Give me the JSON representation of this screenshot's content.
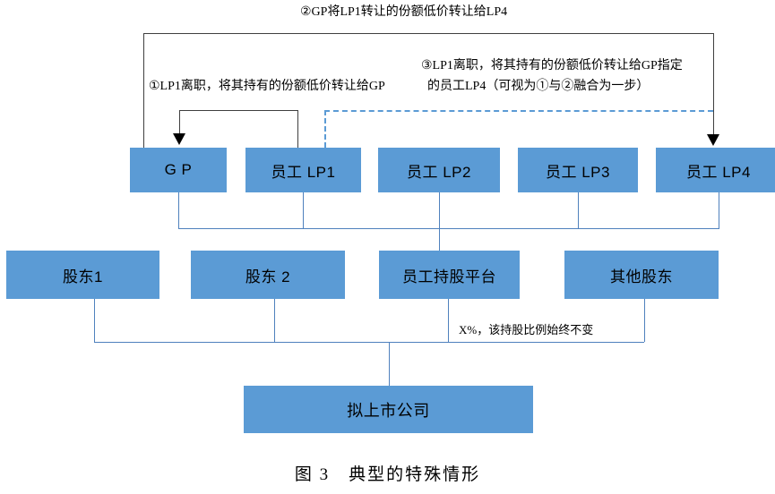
{
  "figure": {
    "caption": "图 3　典型的特殊情形",
    "colors": {
      "box_fill": "#5B9BD5",
      "connector_blue": "#4F81BD",
      "connector_black": "#3f3f3f",
      "dashed_blue": "#5B9BD5",
      "background": "#ffffff"
    }
  },
  "annotations": {
    "top": "②GP将LP1转让的份额低价转让给LP4",
    "left": "①LP1离职，将其持有的份额低价转让给GP",
    "right_line1": "③LP1离职，将其持有的份额低价转让给GP指定",
    "right_line2": "的员工LP4（可视为①与②融合为一步）",
    "percent_note": "X%，该持股比例始终不变"
  },
  "partners": [
    {
      "id": "gp",
      "label": "G P"
    },
    {
      "id": "lp1",
      "label": "员工 LP1"
    },
    {
      "id": "lp2",
      "label": "员工 LP2"
    },
    {
      "id": "lp3",
      "label": "员工 LP3"
    },
    {
      "id": "lp4",
      "label": "员工 LP4"
    }
  ],
  "shareholders": [
    {
      "id": "sh1",
      "label": "股东1"
    },
    {
      "id": "sh2",
      "label": "股东 2"
    },
    {
      "id": "platform",
      "label": "员工持股平台"
    },
    {
      "id": "other",
      "label": "其他股东"
    }
  ],
  "company": {
    "label": "拟上市公司"
  }
}
